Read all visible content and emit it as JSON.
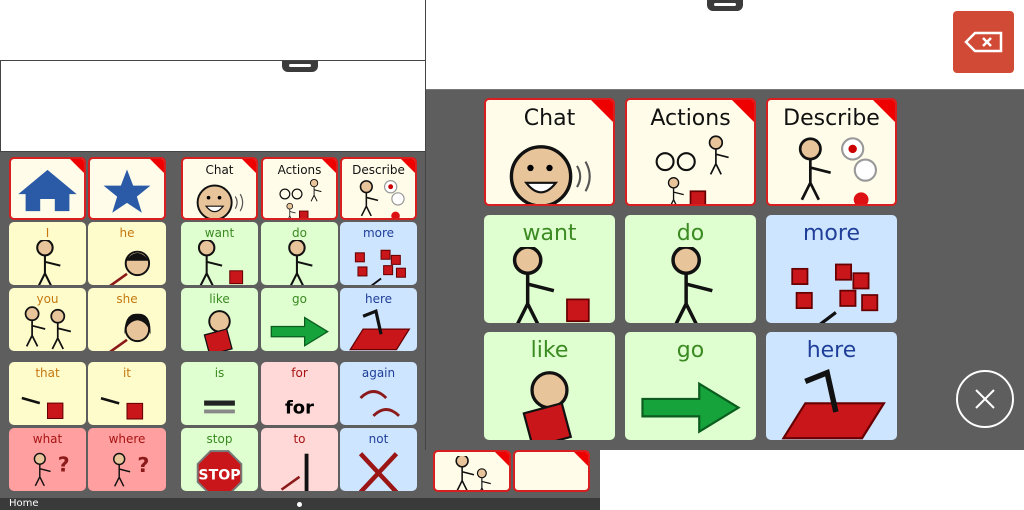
{
  "status_bar": {
    "page_name": "Home"
  },
  "colors": {
    "folder_border": "#d81e1e",
    "backspace": "#d04a35",
    "background": "#5e5e5e"
  },
  "left_grid": [
    {
      "label": "",
      "name": "home",
      "icon": "house",
      "bg": "cream",
      "fg": "c-bk",
      "folder": true
    },
    {
      "label": "",
      "name": "favorites",
      "icon": "star",
      "bg": "cream",
      "fg": "c-bk",
      "folder": true
    },
    {
      "label": "Chat",
      "icon": "chat",
      "bg": "cream",
      "fg": "c-bk",
      "folder": true
    },
    {
      "label": "Actions",
      "icon": "actions",
      "bg": "cream",
      "fg": "c-bk",
      "folder": true
    },
    {
      "label": "Describe",
      "icon": "describe",
      "bg": "cream",
      "fg": "c-bk",
      "folder": true
    },
    {
      "label": "I",
      "icon": "person",
      "bg": "yellow",
      "fg": "c-or"
    },
    {
      "label": "he",
      "icon": "he",
      "bg": "yellow",
      "fg": "c-or"
    },
    {
      "label": "want",
      "icon": "want",
      "bg": "green",
      "fg": "c-gr"
    },
    {
      "label": "do",
      "icon": "person",
      "bg": "green",
      "fg": "c-gr"
    },
    {
      "label": "more",
      "icon": "more",
      "bg": "blue",
      "fg": "c-bl"
    },
    {
      "label": "you",
      "icon": "you",
      "bg": "yellow",
      "fg": "c-or"
    },
    {
      "label": "she",
      "icon": "she",
      "bg": "yellow",
      "fg": "c-or"
    },
    {
      "label": "like",
      "icon": "like",
      "bg": "green",
      "fg": "c-gr"
    },
    {
      "label": "go",
      "icon": "arrow",
      "bg": "green",
      "fg": "c-gr"
    },
    {
      "label": "here",
      "icon": "here",
      "bg": "blue",
      "fg": "c-bl"
    },
    {
      "label": "that",
      "icon": "that",
      "bg": "yellow",
      "fg": "c-or"
    },
    {
      "label": "it",
      "icon": "that",
      "bg": "yellow",
      "fg": "c-or"
    },
    {
      "label": "is",
      "icon": "equals",
      "bg": "green",
      "fg": "c-gr"
    },
    {
      "label": "for",
      "icon": "for",
      "bg": "pink",
      "fg": "c-rd",
      "symbol_text": "for"
    },
    {
      "label": "again",
      "icon": "again",
      "bg": "blue",
      "fg": "c-bl"
    },
    {
      "label": "what",
      "icon": "question",
      "bg": "red",
      "fg": "c-rd"
    },
    {
      "label": "where",
      "icon": "question",
      "bg": "red",
      "fg": "c-rd"
    },
    {
      "label": "stop",
      "icon": "stop",
      "bg": "green",
      "fg": "c-gr",
      "symbol_text": "STOP"
    },
    {
      "label": "to",
      "icon": "to",
      "bg": "pink",
      "fg": "c-rd"
    },
    {
      "label": "not",
      "icon": "cross",
      "bg": "blue",
      "fg": "c-bl"
    }
  ],
  "left_extra": [
    {
      "label": "",
      "name": "people",
      "icon": "people",
      "bg": "cream",
      "fg": "c-bk",
      "folder": true
    },
    {
      "label": "",
      "name": "blank",
      "icon": "none",
      "bg": "cream",
      "fg": "c-bk",
      "folder": true
    }
  ],
  "right_grid": [
    {
      "label": "Chat",
      "icon": "chat",
      "bg": "cream",
      "fg": "c-bk",
      "folder": true
    },
    {
      "label": "Actions",
      "icon": "actions",
      "bg": "cream",
      "fg": "c-bk",
      "folder": true
    },
    {
      "label": "Describe",
      "icon": "describe",
      "bg": "cream",
      "fg": "c-bk",
      "folder": true
    },
    {
      "label": "want",
      "icon": "want",
      "bg": "green",
      "fg": "c-gr"
    },
    {
      "label": "do",
      "icon": "person",
      "bg": "green",
      "fg": "c-gr"
    },
    {
      "label": "more",
      "icon": "more",
      "bg": "blue",
      "fg": "c-bl"
    },
    {
      "label": "like",
      "icon": "like",
      "bg": "green",
      "fg": "c-gr"
    },
    {
      "label": "go",
      "icon": "arrow",
      "bg": "green",
      "fg": "c-gr"
    },
    {
      "label": "here",
      "icon": "here",
      "bg": "blue",
      "fg": "c-bl"
    }
  ]
}
